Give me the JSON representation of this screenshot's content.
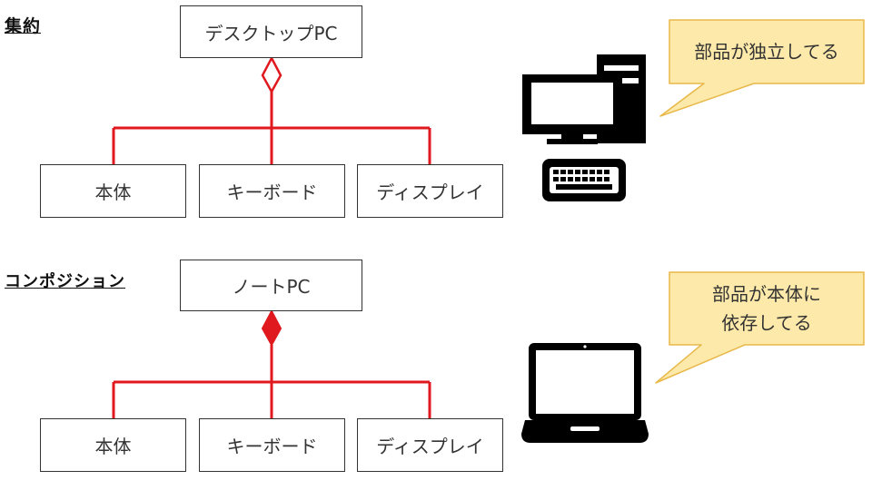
{
  "aggregation": {
    "section_label": "集約",
    "parent": "デスクトップPC",
    "children": [
      "本体",
      "キーボード",
      "ディスプレイ"
    ],
    "callout": "部品が独立してる",
    "illustration_icon": "desktop-computer-icon",
    "keyboard_icon": "keyboard-icon"
  },
  "composition": {
    "section_label": "コンポジション",
    "parent": "ノートPC",
    "children": [
      "本体",
      "キーボード",
      "ディスプレイ"
    ],
    "callout_line1": "部品が本体に",
    "callout_line2": "依存してる",
    "illustration_icon": "laptop-icon"
  },
  "colors": {
    "connector": "#e0191f",
    "callout_fill": "#fde9a9",
    "callout_stroke": "#e8b84a",
    "icon": "#000000",
    "box_border": "#333333"
  }
}
